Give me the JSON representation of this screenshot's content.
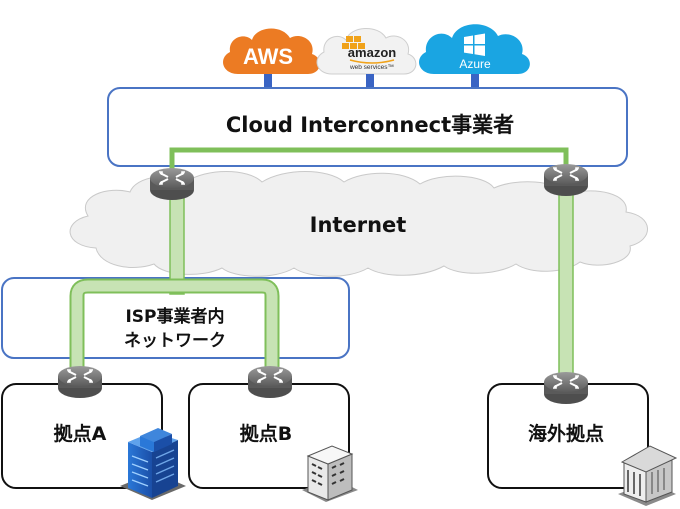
{
  "clouds": {
    "aws": {
      "label": "AWS",
      "color": "#ec7b23"
    },
    "amazon": {
      "word": "amazon",
      "sub": "web services™",
      "color": "#f3f3f3"
    },
    "azure": {
      "label": "Azure",
      "color": "#1aa5e2"
    }
  },
  "interconnect": {
    "label": "Cloud Interconnect事業者"
  },
  "internet": {
    "label": "Internet"
  },
  "isp": {
    "line1": "ISP事業者内",
    "line2": "ネットワーク"
  },
  "sites": {
    "a": {
      "label": "拠点A"
    },
    "b": {
      "label": "拠点B"
    },
    "overseas": {
      "label": "海外拠点"
    }
  },
  "colors": {
    "box_border": "#4a74c4",
    "link": "#7fbf5a",
    "link_fill": "#c7e3b4",
    "router": "#7a7a7a",
    "cloud_fill": "#f0f0f0",
    "connector": "#3a64c4"
  }
}
